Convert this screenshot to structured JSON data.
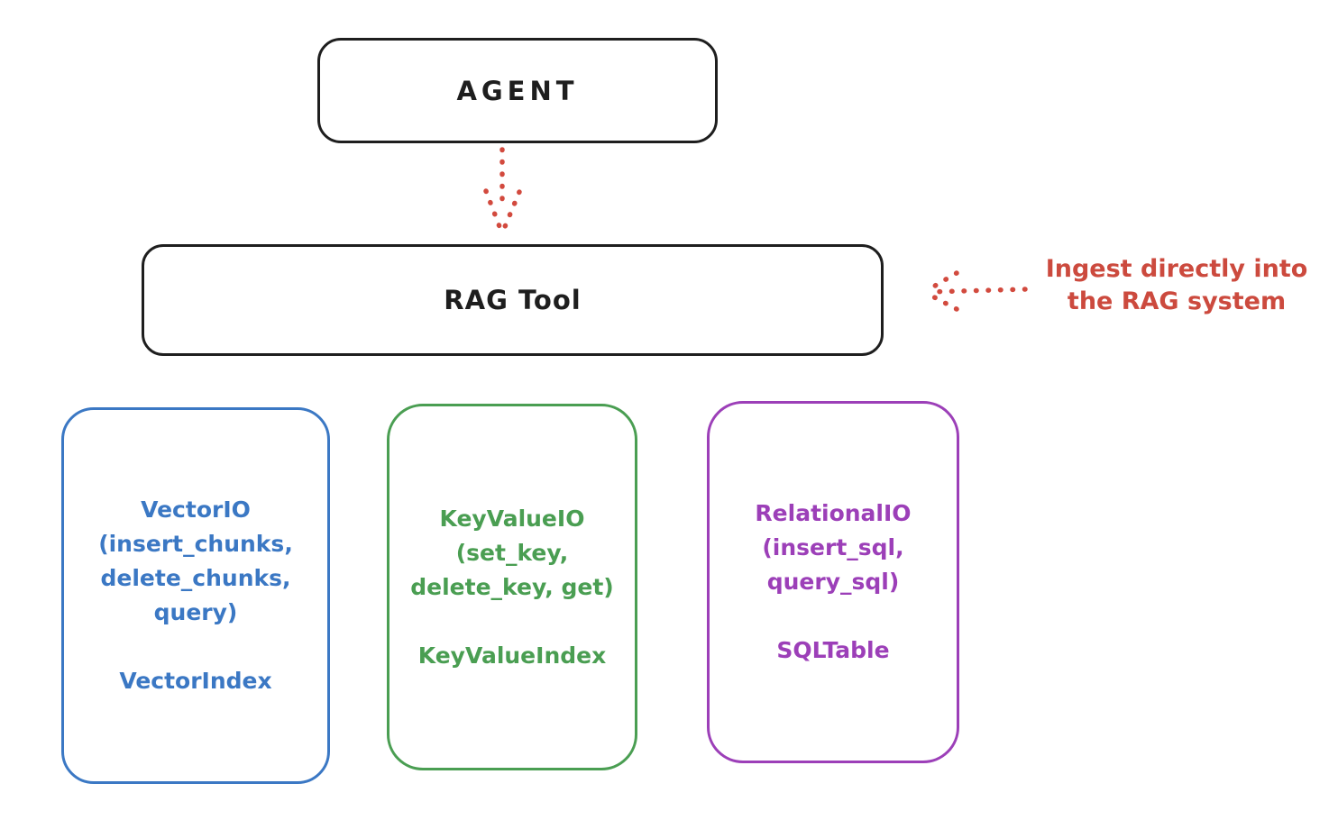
{
  "colors": {
    "outline_black": "#1e1e1e",
    "accent_red": "#d24a3e",
    "vector_blue": "#3b78c4",
    "keyvalue_green": "#4a9e52",
    "relational_purple": "#9c3fb8",
    "background": "#ffffff"
  },
  "diagram": {
    "agent": {
      "label": "AGENT"
    },
    "rag_tool": {
      "label": "RAG Tool"
    },
    "annotation": {
      "line1": "Ingest directly into",
      "line2": "the RAG system"
    },
    "vector_box": {
      "lines": [
        "VectorIO",
        "(insert_chunks,",
        "delete_chunks,",
        "query)"
      ],
      "footer": "VectorIndex"
    },
    "keyvalue_box": {
      "lines": [
        "KeyValueIO",
        "(set_key,",
        "delete_key, get)"
      ],
      "footer": "KeyValueIndex"
    },
    "relational_box": {
      "lines": [
        "RelationalIO",
        "(insert_sql,",
        "query_sql)"
      ],
      "footer": "SQLTable"
    }
  }
}
